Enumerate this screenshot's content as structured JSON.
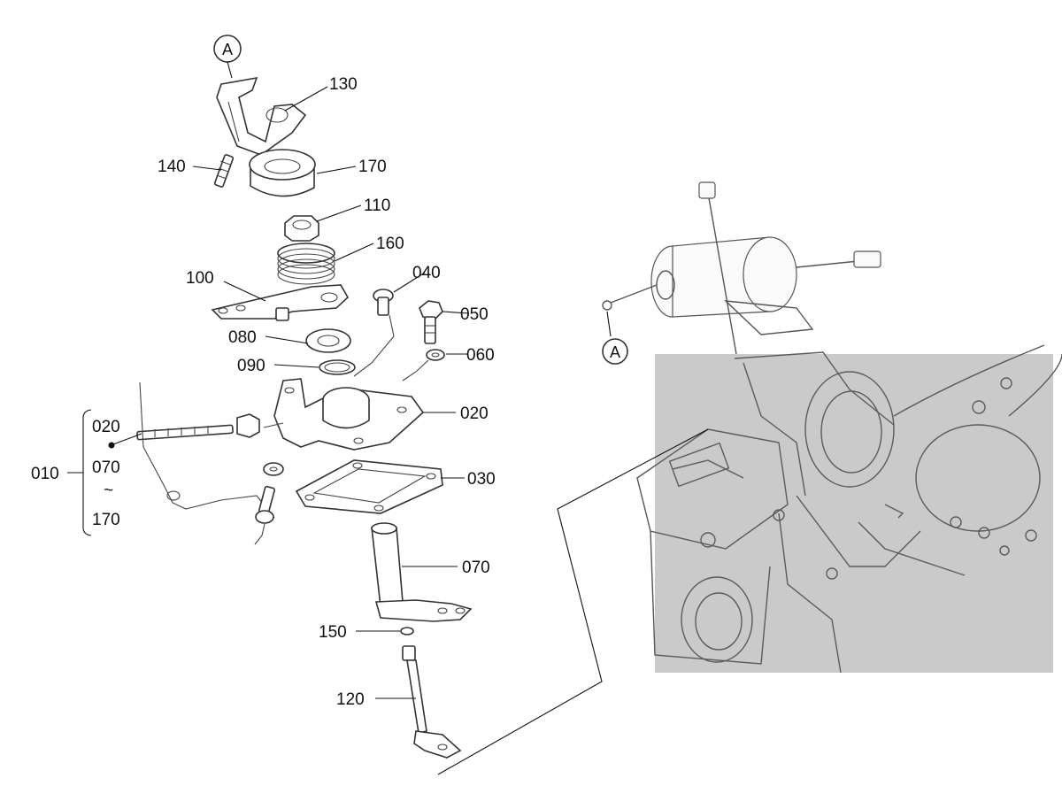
{
  "parts": {
    "p130": "130",
    "p140": "140",
    "p170": "170",
    "p110": "110",
    "p160": "160",
    "p100": "100",
    "p040": "040",
    "p050": "050",
    "p080": "080",
    "p060": "060",
    "p090": "090",
    "p020": "020",
    "p030": "030",
    "p070": "070",
    "p150": "150",
    "p120": "120"
  },
  "assembly": {
    "label": "010",
    "range_start": "020",
    "range_mid": "070",
    "range_tilde": "~",
    "range_end": "170"
  },
  "callouts": {
    "top": "A",
    "engine": "A"
  }
}
